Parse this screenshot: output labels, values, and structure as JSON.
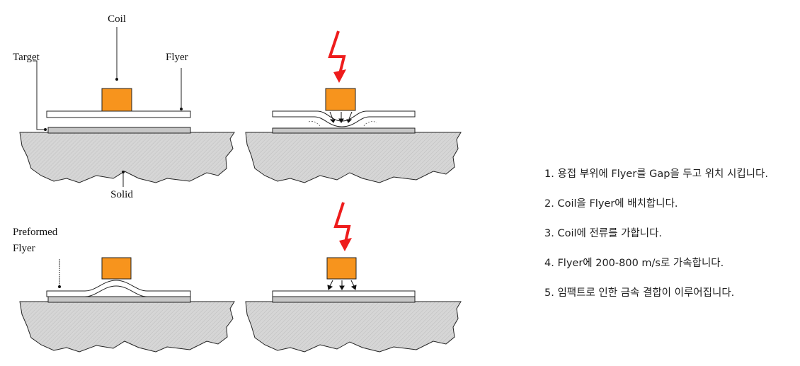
{
  "labels": {
    "coil": "Coil",
    "target": "Target",
    "flyer": "Flyer",
    "solid": "Solid",
    "preformed_line1": "Preformed",
    "preformed_line2": "Flyer"
  },
  "colors": {
    "coil": "#f7941d",
    "lightning": "#ee1c1c",
    "ground": "#d3d3d3",
    "target_plate": "#c6c6c6",
    "flyer_plate": "#ffffff"
  },
  "steps": [
    "1. 용접 부위에 Flyer를 Gap을 두고 위치 시킵니다.",
    "2. Coil을 Flyer에 배치합니다.",
    "3. Coil에 전류를 가합니다.",
    "4. Flyer에 200-800 m/s로 가속합니다.",
    "5. 임팩트로 인한 금속 결합이 이루어집니다."
  ]
}
